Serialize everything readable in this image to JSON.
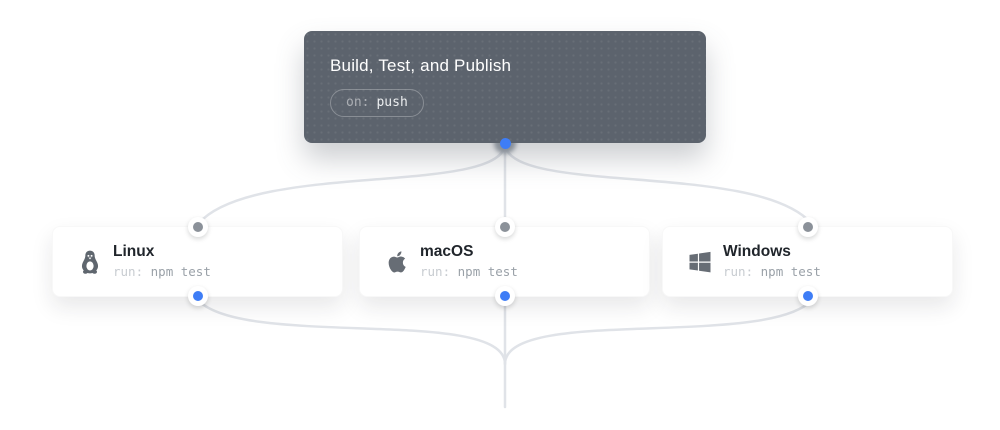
{
  "workflow_card": {
    "title": "Build, Test, and Publish",
    "trigger_key": "on:",
    "trigger_value": "push"
  },
  "jobs": [
    {
      "title": "Linux",
      "icon": "linux-penguin-icon",
      "run_key": "run:",
      "run_value": "npm test"
    },
    {
      "title": "macOS",
      "icon": "apple-icon",
      "run_key": "run:",
      "run_value": "npm test"
    },
    {
      "title": "Windows",
      "icon": "windows-icon",
      "run_key": "run:",
      "run_value": "npm test"
    }
  ],
  "colors": {
    "accent_blue": "#3e7df6",
    "workflow_card_bg": "#5c636d",
    "connector_line": "#e0e3e8",
    "port_gray": "#8b9199"
  }
}
